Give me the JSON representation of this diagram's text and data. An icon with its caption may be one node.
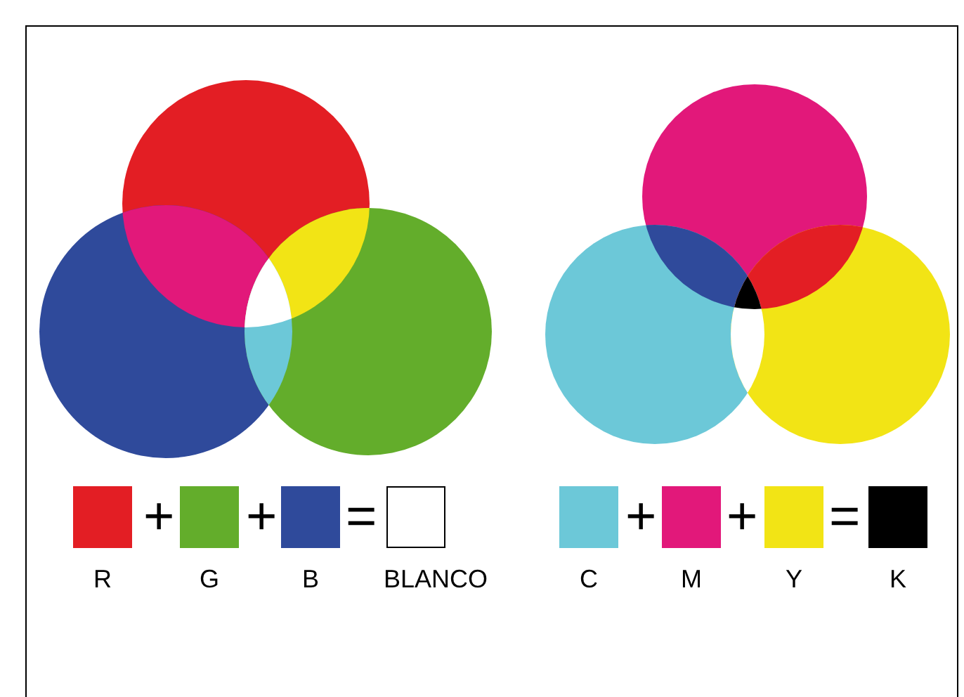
{
  "diagram": {
    "labels": [
      "+",
      "+",
      "=",
      "+",
      "+",
      "="
    ],
    "legend": [
      {
        "text": "R",
        "color": "#e31e24"
      },
      {
        "text": "G",
        "color": "#63ad2b"
      },
      {
        "text": "B",
        "color": "#2f4a9b"
      },
      {
        "text": "BLANCO",
        "color": "#ffffff"
      },
      {
        "text": "C",
        "color": "#6cc8d8"
      },
      {
        "text": "M",
        "color": "#e2187a"
      },
      {
        "text": "Y",
        "color": "#f2e415"
      },
      {
        "text": "K",
        "color": "#000000"
      }
    ]
  }
}
